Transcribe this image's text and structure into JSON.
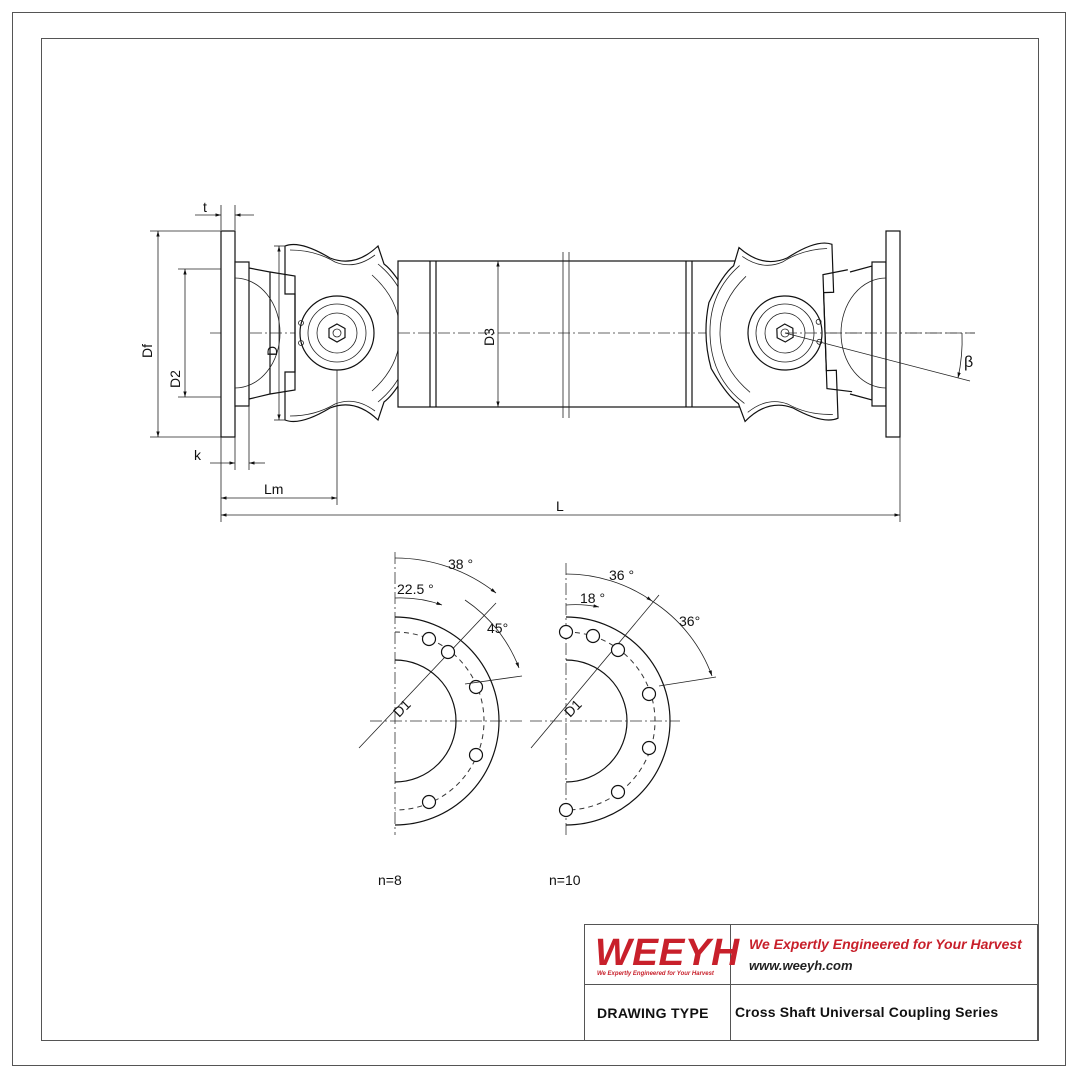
{
  "dimensions": {
    "t": "t",
    "k": "k",
    "df": "Df",
    "d2": "D2",
    "d": "D",
    "d3": "D3",
    "beta": "β",
    "lm": "Lm",
    "l": "L"
  },
  "flange_n8": {
    "angle_a": "38 °",
    "angle_b": "22.5   °",
    "angle_c": "45°",
    "d1": "D1",
    "caption": "n=8"
  },
  "flange_n10": {
    "angle_a": "36 °",
    "angle_b": "18 °",
    "angle_c": "36°",
    "d1": "D1",
    "caption": "n=10"
  },
  "title_block": {
    "brand": "WEEYH",
    "brand_tagline_small": "We Expertly Engineered for Your Harvest",
    "slogan": "We Expertly Engineered for Your Harvest",
    "website": "www.weeyh.com",
    "drawing_type_label": "DRAWING TYPE",
    "drawing_title": "Cross Shaft Universal Coupling Series"
  },
  "colors": {
    "brand_red": "#c8202b",
    "line": "#111111"
  }
}
